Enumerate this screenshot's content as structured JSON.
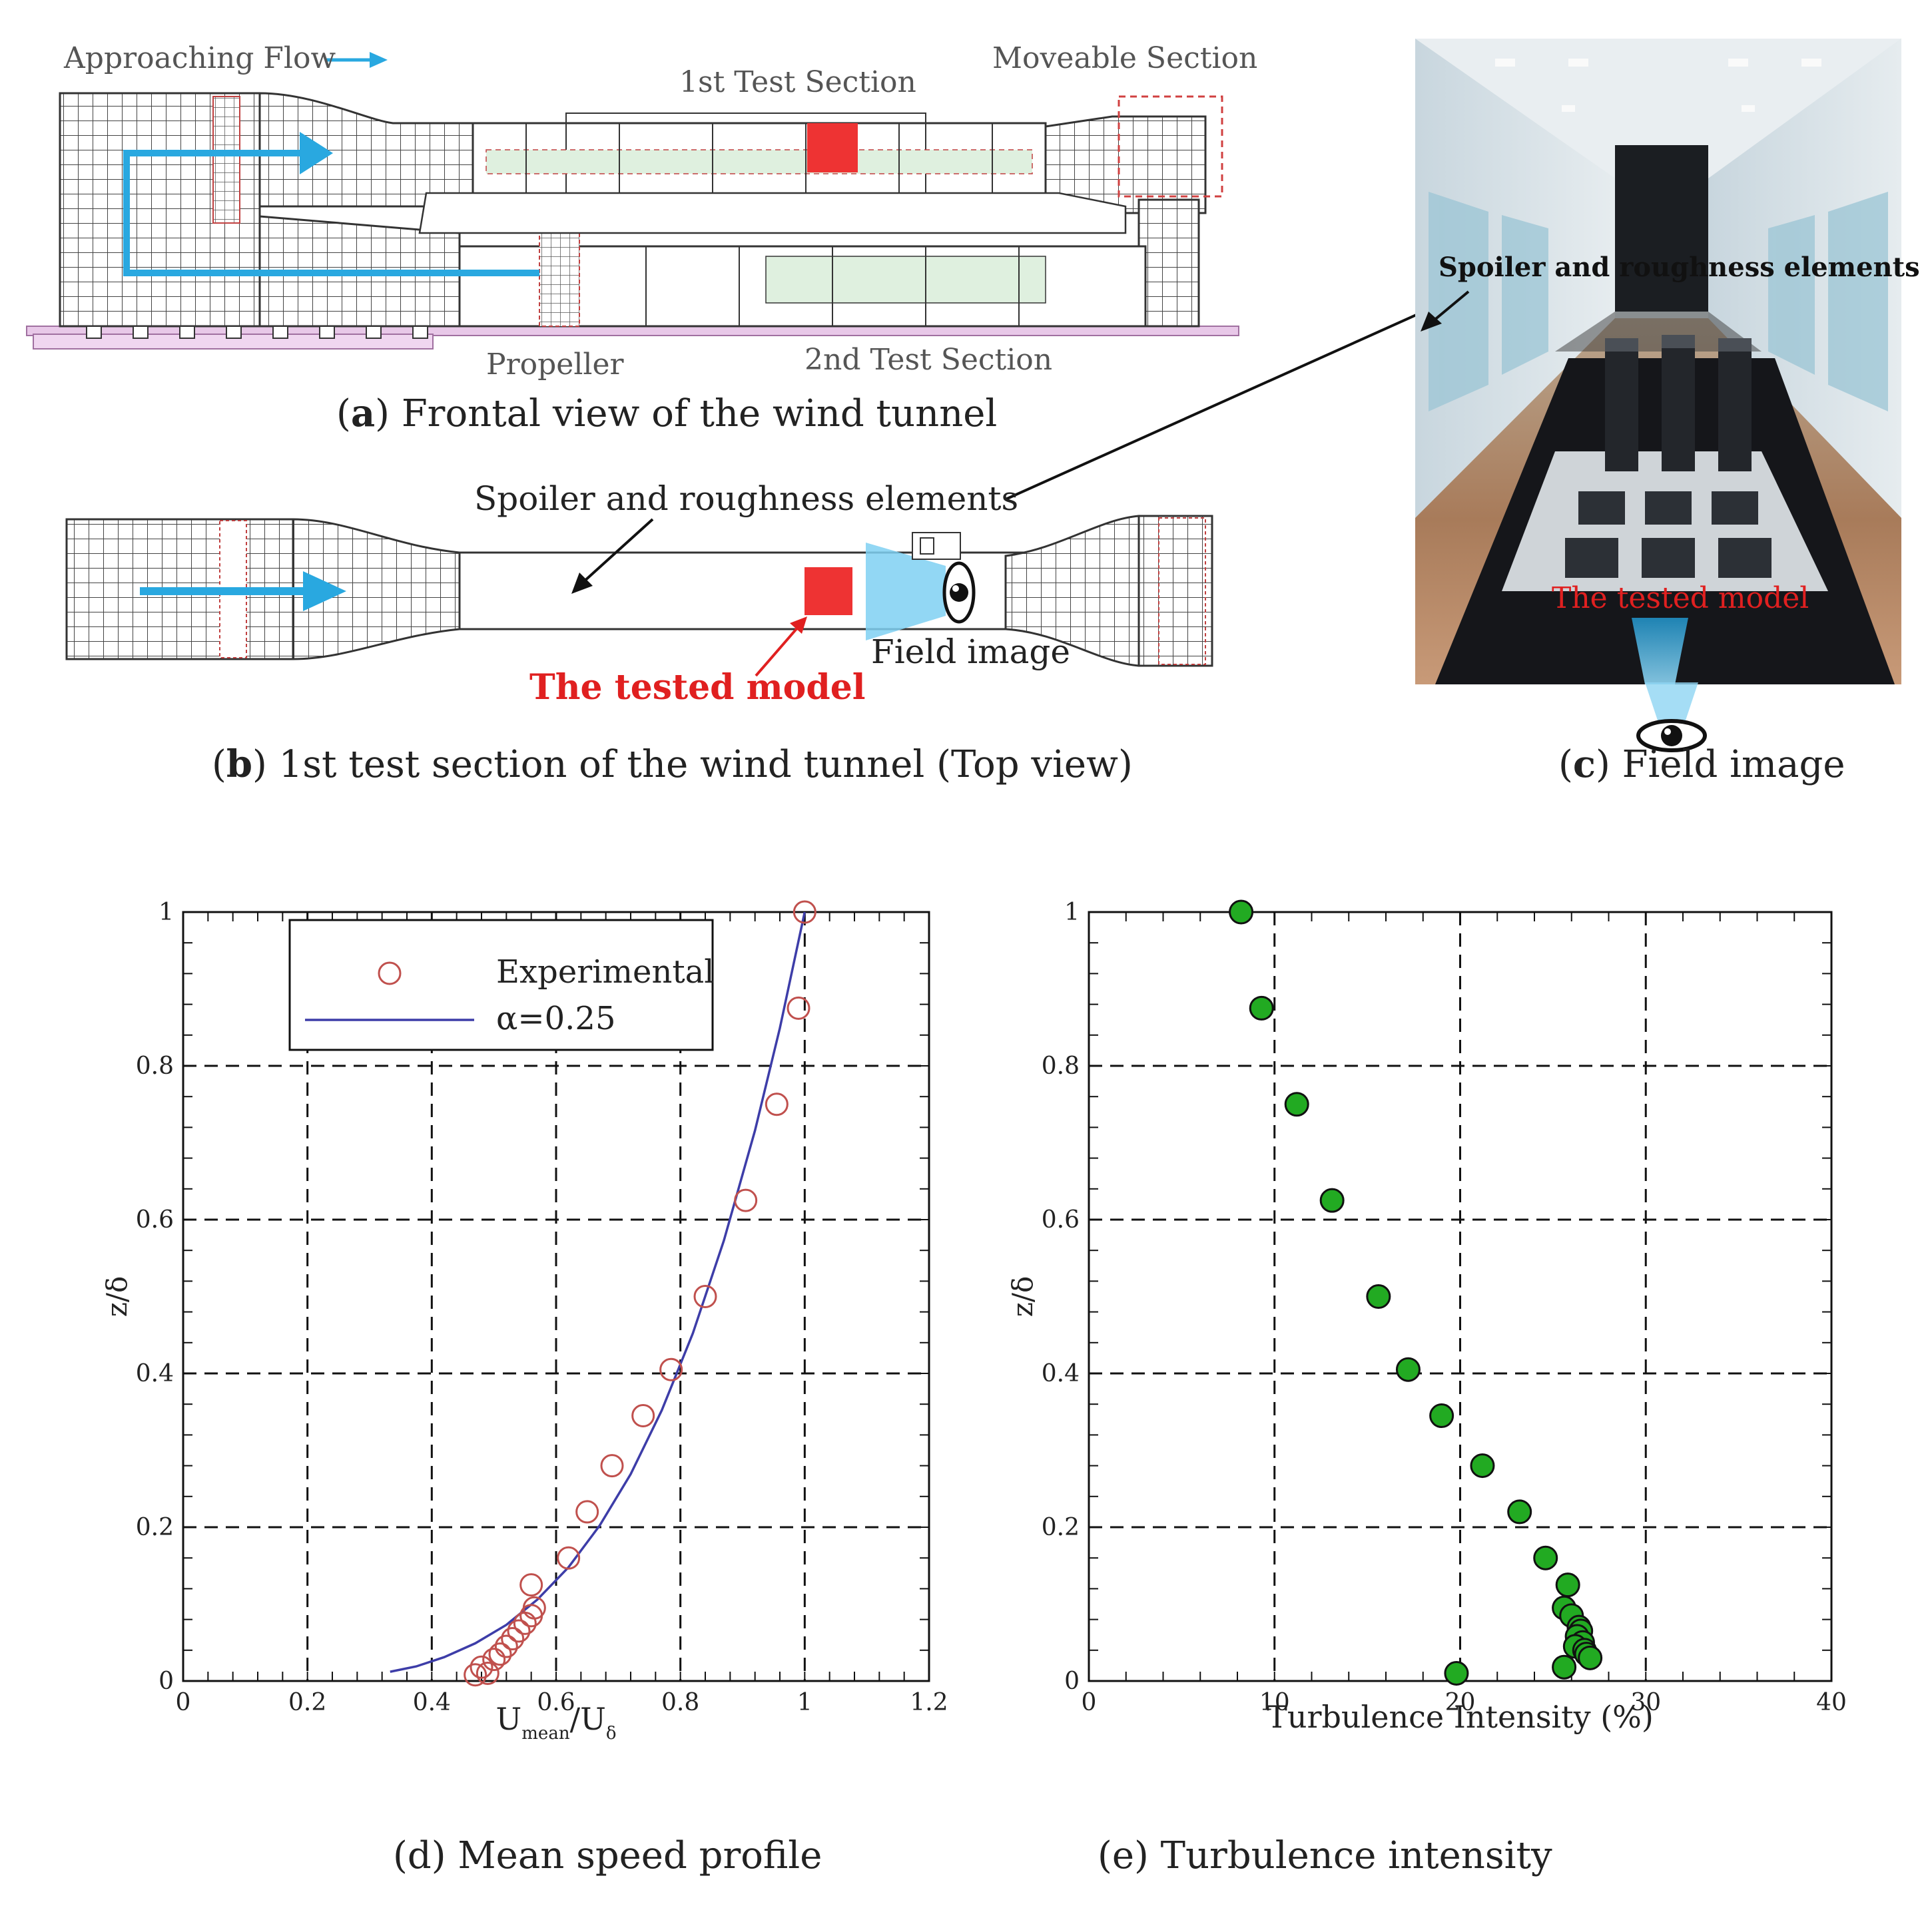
{
  "panel_a": {
    "approaching_flow": "Approaching Flow",
    "first_test_section": "1st Test Section",
    "moveable_section": "Moveable Section",
    "propeller": "Propeller",
    "second_test_section": "2nd Test Section",
    "caption_letter": "a",
    "caption_text": "Frontal view of the wind tunnel"
  },
  "panel_b": {
    "spoiler_label": "Spoiler and roughness elements",
    "field_image_label": "Field image",
    "tested_model_label": "The tested model",
    "caption_letter": "b",
    "caption_text": "1st test section of the wind tunnel (Top view)"
  },
  "panel_c": {
    "spoiler_label": "Spoiler and roughness elements",
    "tested_model_label": "The tested model",
    "caption_letter": "c",
    "caption_text": "Field image"
  },
  "panel_d": {
    "caption": "(d) Mean speed profile"
  },
  "panel_e": {
    "caption": "(e) Turbulence intensity"
  },
  "colors": {
    "flow_arrow": "#29a8e0",
    "model_red": "#ee3333",
    "experimental_marker": "#c0504d",
    "fit_line": "#3d3da8",
    "turbulence_marker": "#22aa22",
    "tested_model_text": "#e02020"
  },
  "chart_data": [
    {
      "type": "scatter",
      "title": "",
      "xlabel_main": "U",
      "xlabel_sub1": "mean",
      "xlabel_mid": "/U",
      "xlabel_sub2": "δ",
      "ylabel": "z/δ",
      "xlim": [
        0,
        1.2
      ],
      "ylim": [
        0,
        1
      ],
      "xticks": [
        "0",
        "0.2",
        "0.4",
        "0.6",
        "0.8",
        "1",
        "1.2"
      ],
      "yticks": [
        "0",
        "0.2",
        "0.4",
        "0.6",
        "0.8",
        "1"
      ],
      "grid": "dashed",
      "legend_position": "top-left",
      "series": [
        {
          "name": "Experimental",
          "marker": "open-circle",
          "x": [
            0.47,
            0.48,
            0.49,
            0.5,
            0.51,
            0.52,
            0.53,
            0.54,
            0.55,
            0.56,
            0.565,
            0.56,
            0.62,
            0.65,
            0.69,
            0.74,
            0.785,
            0.84,
            0.905,
            0.955,
            0.99,
            1.0
          ],
          "y": [
            0.008,
            0.018,
            0.01,
            0.028,
            0.035,
            0.045,
            0.055,
            0.065,
            0.075,
            0.085,
            0.095,
            0.125,
            0.16,
            0.22,
            0.28,
            0.345,
            0.405,
            0.5,
            0.625,
            0.75,
            0.875,
            1.0
          ]
        },
        {
          "name": "α=0.25",
          "marker": "line",
          "x": [
            0.333,
            0.375,
            0.42,
            0.47,
            0.52,
            0.57,
            0.62,
            0.67,
            0.72,
            0.77,
            0.82,
            0.87,
            0.92,
            0.96,
            1.0
          ],
          "y": [
            0.012,
            0.019,
            0.031,
            0.049,
            0.073,
            0.106,
            0.148,
            0.202,
            0.269,
            0.352,
            0.452,
            0.573,
            0.716,
            0.849,
            1.0
          ]
        }
      ]
    },
    {
      "type": "scatter",
      "title": "",
      "xlabel": "Turbulence Intensity (%)",
      "ylabel": "z/δ",
      "xlim": [
        0,
        40
      ],
      "ylim": [
        0,
        1
      ],
      "xticks": [
        "0",
        "10",
        "20",
        "30",
        "40"
      ],
      "yticks": [
        "0",
        "0.2",
        "0.4",
        "0.6",
        "0.8",
        "1"
      ],
      "grid": "dashed",
      "series": [
        {
          "marker": "filled-circle",
          "x": [
            8.2,
            9.3,
            11.2,
            13.1,
            15.6,
            17.2,
            19.0,
            21.2,
            23.2,
            24.6,
            25.8,
            25.6,
            26.0,
            26.4,
            26.5,
            26.3,
            26.6,
            26.2,
            26.7,
            26.8,
            27.0,
            25.6,
            19.8
          ],
          "y": [
            1.0,
            0.875,
            0.75,
            0.625,
            0.5,
            0.405,
            0.345,
            0.28,
            0.22,
            0.16,
            0.125,
            0.095,
            0.085,
            0.07,
            0.065,
            0.058,
            0.05,
            0.045,
            0.04,
            0.035,
            0.03,
            0.018,
            0.01
          ]
        }
      ]
    }
  ]
}
